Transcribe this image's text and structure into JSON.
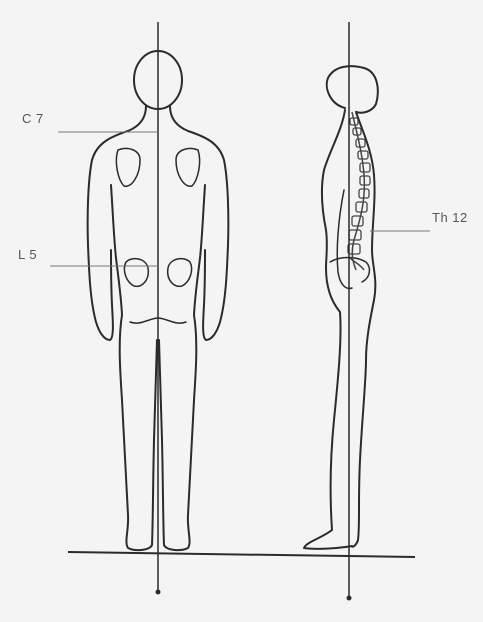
{
  "figure": {
    "labels": {
      "c7": "C 7",
      "l5": "L 5",
      "th12": "Th 12"
    },
    "colors": {
      "background": "#f4f4f4",
      "ink": "#2b2b2b",
      "guide": "#777777",
      "label": "#555555"
    }
  }
}
